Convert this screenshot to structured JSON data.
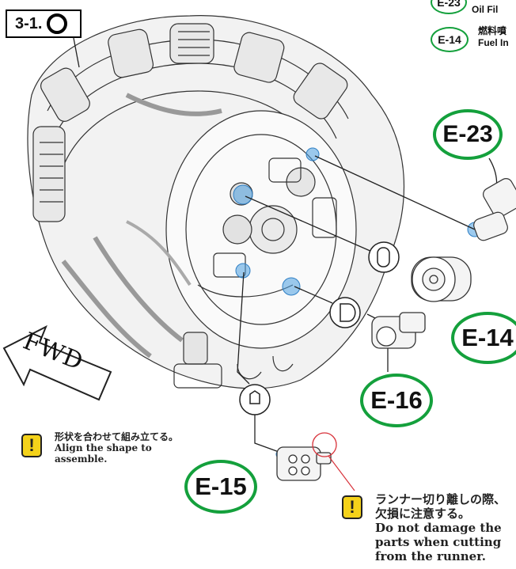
{
  "step": {
    "number": "3-1.",
    "shape_icon": "circle-icon"
  },
  "legend": [
    {
      "code": "E-23",
      "text_ja": "",
      "text_en": "Oil Fil"
    },
    {
      "code": "E-14",
      "text_ja": "燃料噴",
      "text_en": "Fuel In"
    }
  ],
  "parts": {
    "e23": "E-23",
    "e14": "E-14",
    "e16": "E-16",
    "e15": "E-15"
  },
  "direction": {
    "label": "FWD"
  },
  "notes": {
    "align": {
      "ja": "形状を合わせて組み立てる。",
      "en_line1": "Align the shape to",
      "en_line2": "assemble."
    },
    "damage": {
      "ja_line1": "ランナー切り離しの際、",
      "ja_line2": "欠損に注意する。",
      "en_line1": "Do not damage the",
      "en_line2": "parts when cutting",
      "en_line3": "from the runner."
    }
  },
  "colors": {
    "label_border": "#14a03c",
    "highlight": "#4a9fe0",
    "warning": "#f4d21a",
    "callout_circle": "#d8323a"
  }
}
